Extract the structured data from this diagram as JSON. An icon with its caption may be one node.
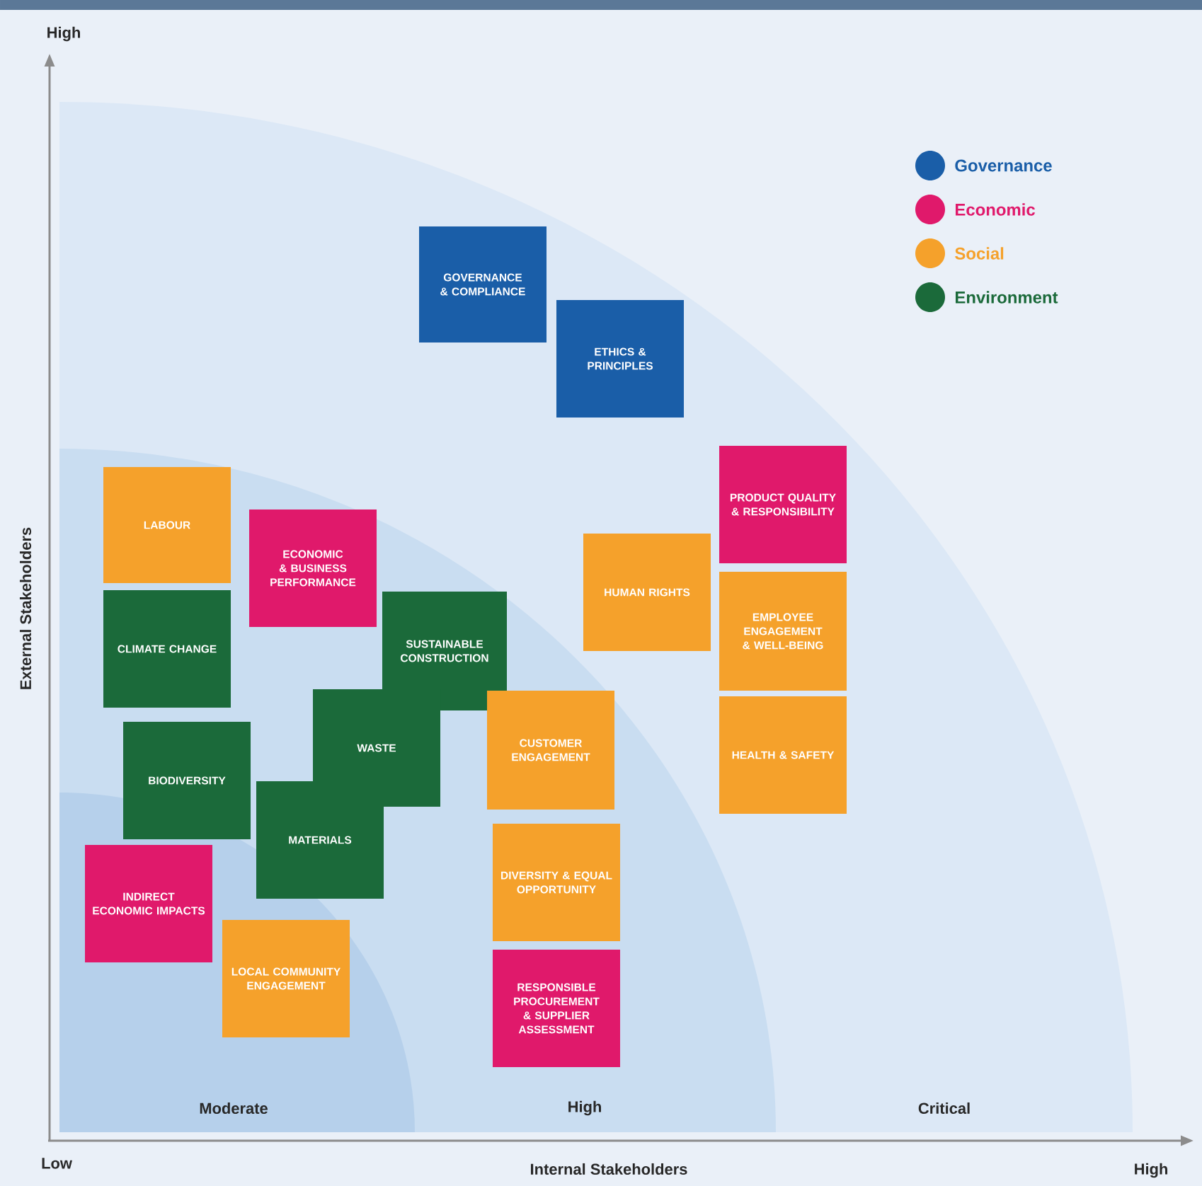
{
  "diagram": {
    "nodes": [
      {
        "text": [
          "GOVERNANCE & COMPLIANCE"
        ]
      },
      {
        "text": [
          "ETHICS & PRINCIPLES"
        ]
      },
      {
        "text": [
          "PRODUCT QUALITY & RESPONSIBILITY"
        ]
      },
      {
        "text": [
          "LABOUR"
        ]
      },
      {
        "text": [
          "ECONOMIC & BUSINESS PERFORMANCE"
        ]
      },
      {
        "text": [
          "HUMAN RIGHTS"
        ]
      },
      {
        "text": [
          "EMPLOYEE ENGAGEMENT & WELL-BEING"
        ]
      },
      {
        "text": [
          "CLIMATE CHANGE"
        ]
      },
      {
        "text": [
          "SUSTAINABLE CONSTRUCTION"
        ]
      },
      {
        "text": [
          "WASTE"
        ]
      },
      {
        "text": [
          "CUSTOMER ENGAGEMENT"
        ]
      },
      {
        "text": [
          "HEALTH & SAFETY"
        ]
      },
      {
        "text": [
          "BIODIVERSITY"
        ]
      },
      {
        "text": [
          "MATERIALS"
        ]
      },
      {
        "text": [
          "DIVERSITY & EQUAL OPPORTUNITY"
        ]
      },
      {
        "text": [
          "INDIRECT ECONOMIC IMPACTS"
        ]
      },
      {
        "text": [
          "LOCAL COMMUNITY ENGAGEMENT"
        ]
      },
      {
        "text": [
          "RESPONSIBLE PROCUREMENT & SUPPLIER ASSESSMENT"
        ]
      }
    ],
    "labels": [
      "High",
      "External Stakeholders",
      "Moderate",
      "High",
      "Critical",
      "Low",
      "Internal Stakeholders",
      "High"
    ],
    "legend": [
      {
        "text": "Governance",
        "color": "#1a5ea8"
      },
      {
        "text": "Economic",
        "color": "#e0196b"
      },
      {
        "text": "Social",
        "color": "#f5a12b"
      },
      {
        "text": "Environment",
        "color": "#1b6a3a"
      }
    ]
  }
}
